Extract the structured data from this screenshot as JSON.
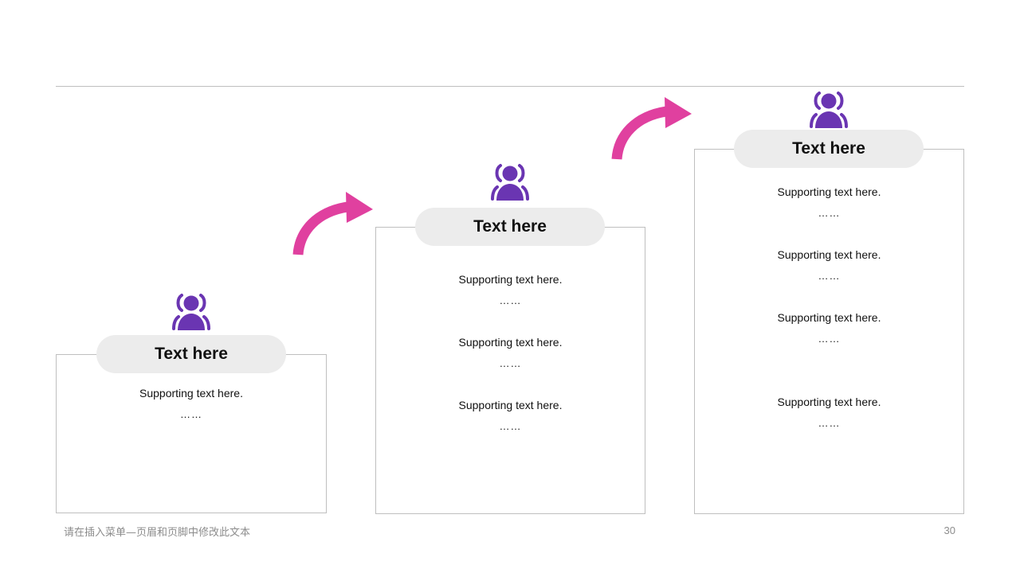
{
  "colors": {
    "accent_purple": "#6a35b2",
    "accent_pink": "#e0409f",
    "pill_bg": "#ececec",
    "border": "#bfbfbf"
  },
  "steps": [
    {
      "title": "Text here",
      "icon": "users-icon",
      "items": [
        {
          "text": "Supporting text here.",
          "ellipsis": "……"
        }
      ]
    },
    {
      "title": "Text here",
      "icon": "users-icon",
      "items": [
        {
          "text": "Supporting text here.",
          "ellipsis": "……"
        },
        {
          "text": "Supporting text here.",
          "ellipsis": "……"
        },
        {
          "text": "Supporting text here.",
          "ellipsis": "……"
        }
      ]
    },
    {
      "title": "Text here",
      "icon": "users-icon",
      "items": [
        {
          "text": "Supporting text here.",
          "ellipsis": "……"
        },
        {
          "text": "Supporting text here.",
          "ellipsis": "……"
        },
        {
          "text": "Supporting text here.",
          "ellipsis": "……"
        },
        {
          "text": "Supporting text here.",
          "ellipsis": "……"
        }
      ]
    }
  ],
  "footer": {
    "text": "请在插入菜单—页眉和页脚中修改此文本",
    "page_number": "30"
  }
}
